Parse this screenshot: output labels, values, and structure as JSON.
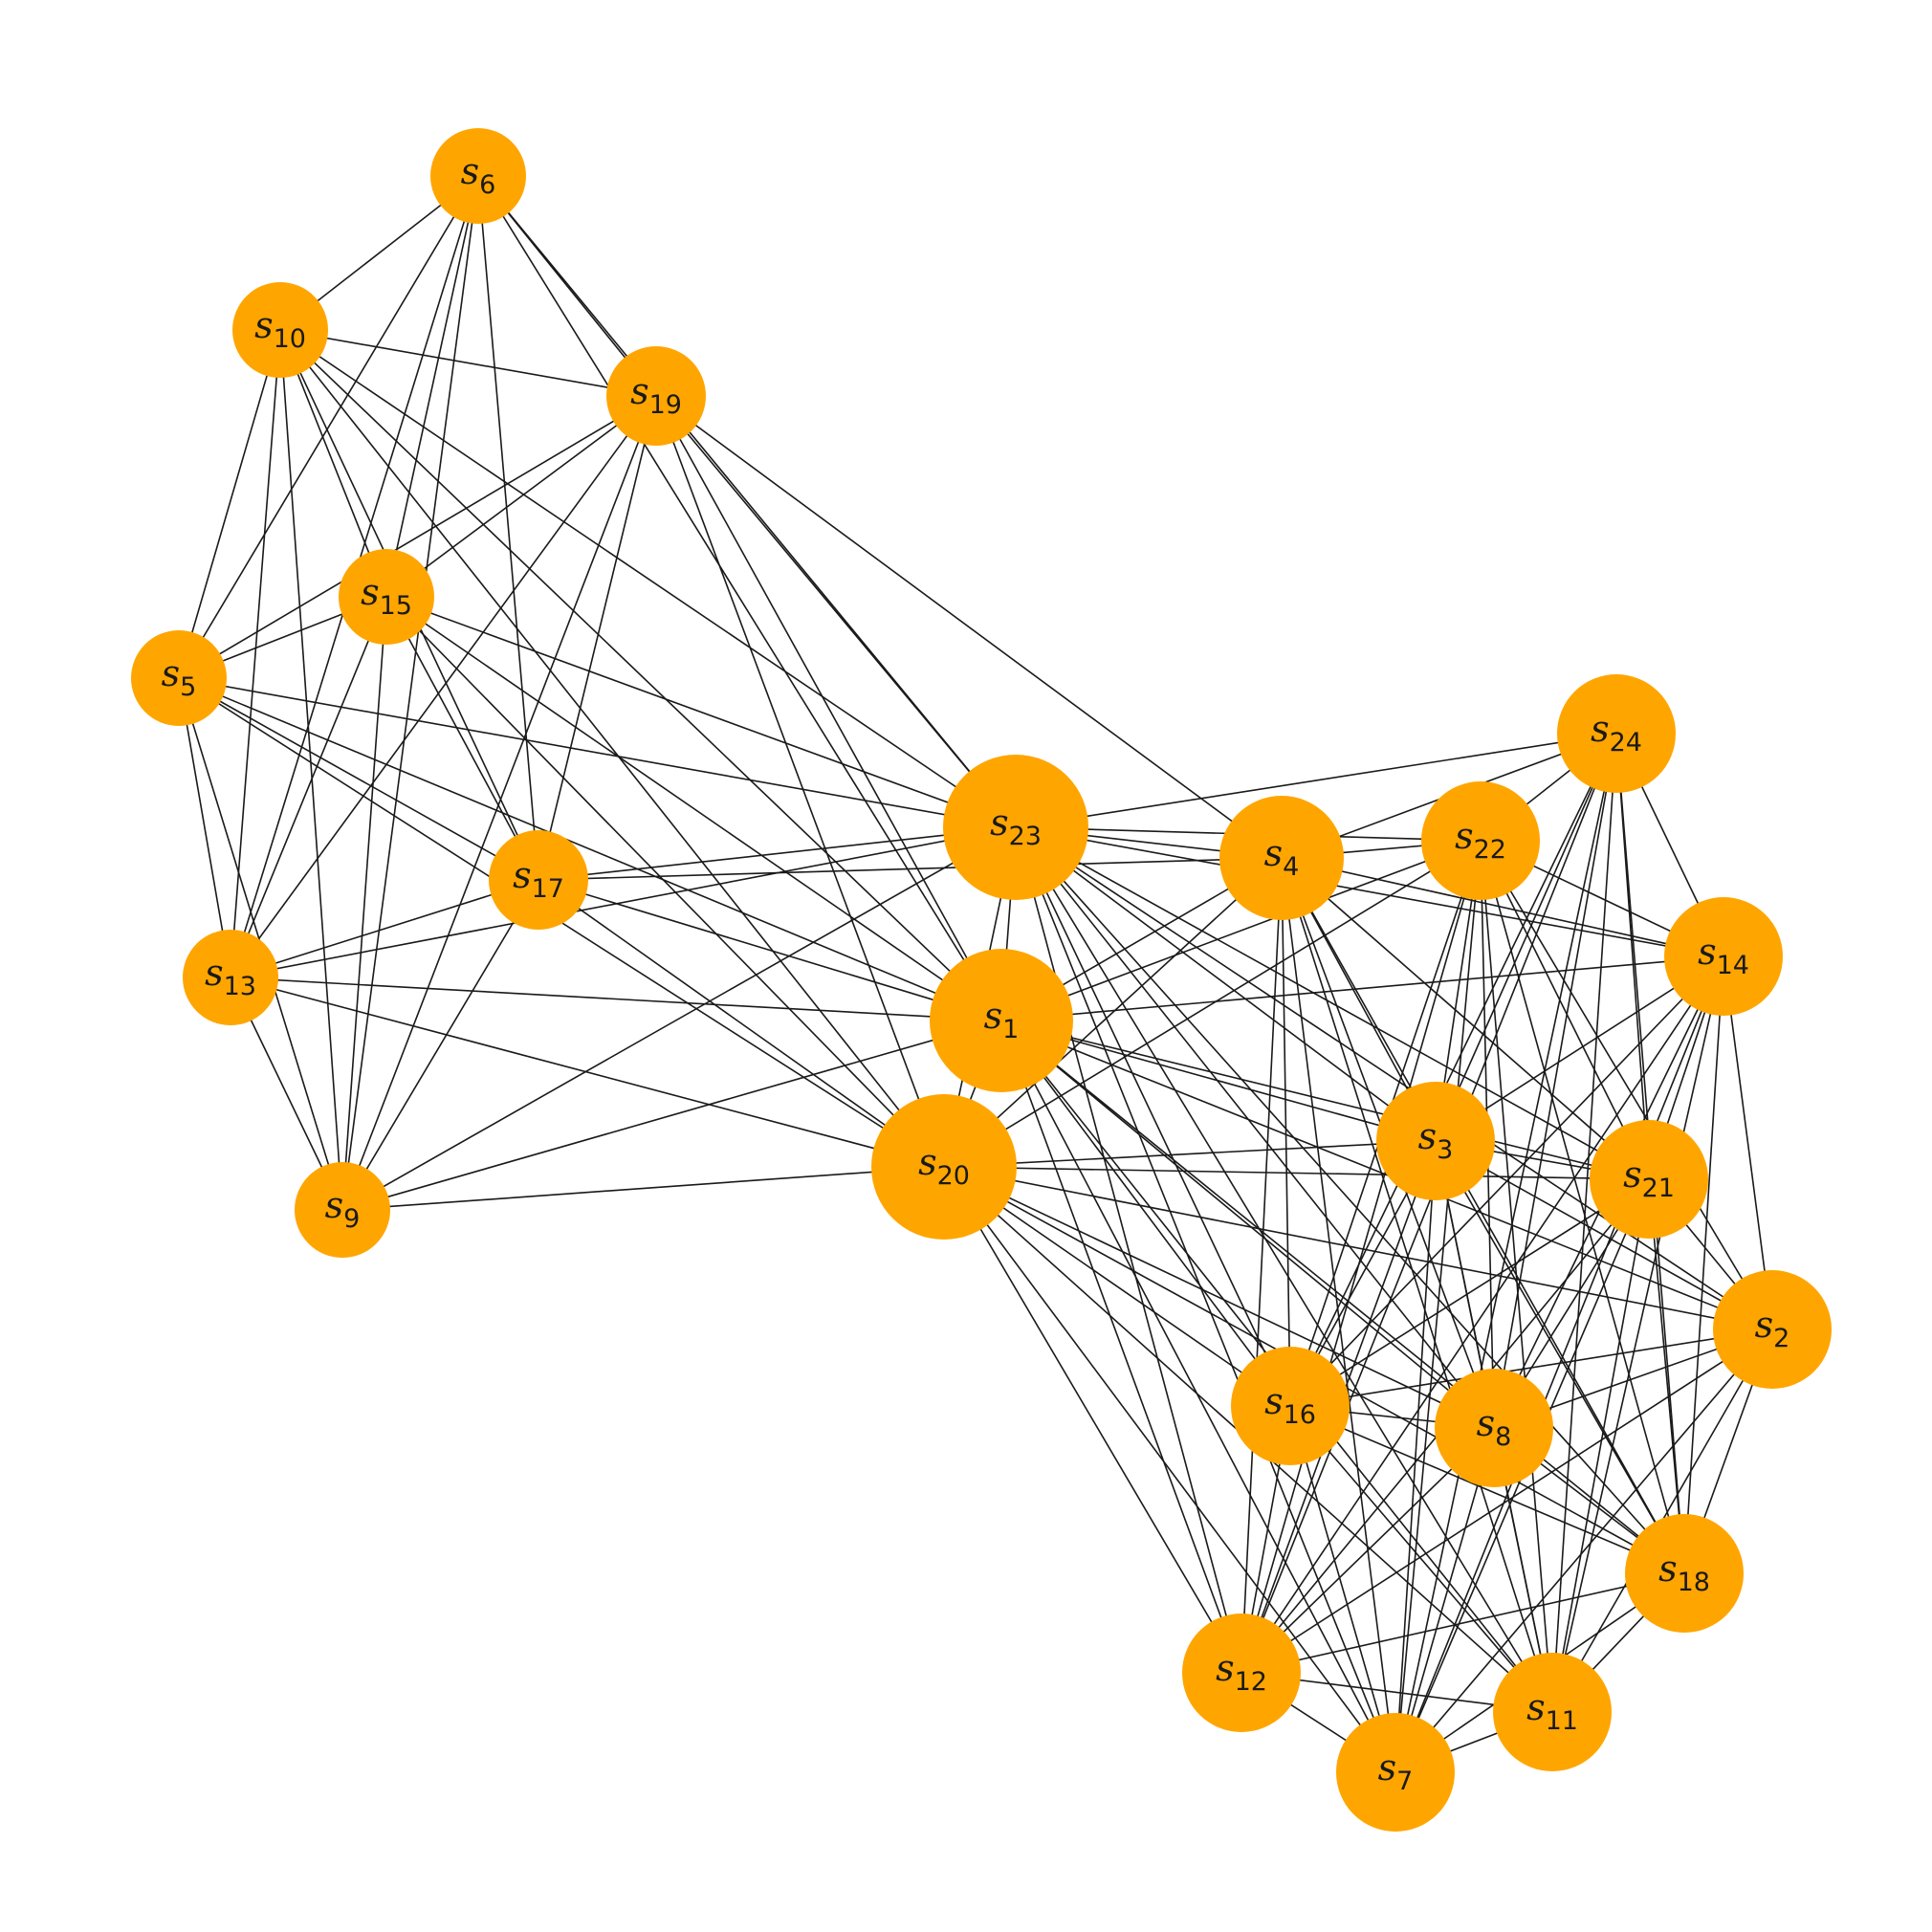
{
  "graph": {
    "node_color": "#FFA500",
    "edge_color": "#1a1a1a",
    "label_base": "s",
    "nodes": [
      {
        "id": "s1",
        "sub": "1"
      },
      {
        "id": "s2",
        "sub": "2"
      },
      {
        "id": "s3",
        "sub": "3"
      },
      {
        "id": "s4",
        "sub": "4"
      },
      {
        "id": "s5",
        "sub": "5"
      },
      {
        "id": "s6",
        "sub": "6"
      },
      {
        "id": "s7",
        "sub": "7"
      },
      {
        "id": "s8",
        "sub": "8"
      },
      {
        "id": "s9",
        "sub": "9"
      },
      {
        "id": "s10",
        "sub": "10"
      },
      {
        "id": "s11",
        "sub": "11"
      },
      {
        "id": "s12",
        "sub": "12"
      },
      {
        "id": "s13",
        "sub": "13"
      },
      {
        "id": "s14",
        "sub": "14"
      },
      {
        "id": "s15",
        "sub": "15"
      },
      {
        "id": "s16",
        "sub": "16"
      },
      {
        "id": "s17",
        "sub": "17"
      },
      {
        "id": "s18",
        "sub": "18"
      },
      {
        "id": "s19",
        "sub": "19"
      },
      {
        "id": "s20",
        "sub": "20"
      },
      {
        "id": "s21",
        "sub": "21"
      },
      {
        "id": "s22",
        "sub": "22"
      },
      {
        "id": "s23",
        "sub": "23"
      },
      {
        "id": "s24",
        "sub": "24"
      }
    ],
    "edges": [
      [
        "s6",
        "s10"
      ],
      [
        "s6",
        "s19"
      ],
      [
        "s6",
        "s15"
      ],
      [
        "s6",
        "s5"
      ],
      [
        "s6",
        "s13"
      ],
      [
        "s6",
        "s17"
      ],
      [
        "s6",
        "s9"
      ],
      [
        "s6",
        "s1"
      ],
      [
        "s6",
        "s23"
      ],
      [
        "s10",
        "s19"
      ],
      [
        "s10",
        "s15"
      ],
      [
        "s10",
        "s5"
      ],
      [
        "s10",
        "s13"
      ],
      [
        "s10",
        "s9"
      ],
      [
        "s10",
        "s17"
      ],
      [
        "s10",
        "s20"
      ],
      [
        "s10",
        "s23"
      ],
      [
        "s10",
        "s1"
      ],
      [
        "s19",
        "s15"
      ],
      [
        "s19",
        "s5"
      ],
      [
        "s19",
        "s13"
      ],
      [
        "s19",
        "s9"
      ],
      [
        "s19",
        "s17"
      ],
      [
        "s19",
        "s23"
      ],
      [
        "s19",
        "s1"
      ],
      [
        "s19",
        "s20"
      ],
      [
        "s19",
        "s4"
      ],
      [
        "s15",
        "s5"
      ],
      [
        "s15",
        "s13"
      ],
      [
        "s15",
        "s9"
      ],
      [
        "s15",
        "s17"
      ],
      [
        "s15",
        "s23"
      ],
      [
        "s15",
        "s1"
      ],
      [
        "s15",
        "s20"
      ],
      [
        "s5",
        "s13"
      ],
      [
        "s5",
        "s9"
      ],
      [
        "s5",
        "s17"
      ],
      [
        "s5",
        "s23"
      ],
      [
        "s5",
        "s1"
      ],
      [
        "s5",
        "s20"
      ],
      [
        "s13",
        "s9"
      ],
      [
        "s13",
        "s17"
      ],
      [
        "s13",
        "s23"
      ],
      [
        "s13",
        "s1"
      ],
      [
        "s13",
        "s20"
      ],
      [
        "s17",
        "s9"
      ],
      [
        "s17",
        "s23"
      ],
      [
        "s17",
        "s4"
      ],
      [
        "s17",
        "s1"
      ],
      [
        "s17",
        "s20"
      ],
      [
        "s9",
        "s20"
      ],
      [
        "s9",
        "s23"
      ],
      [
        "s9",
        "s1"
      ],
      [
        "s23",
        "s1"
      ],
      [
        "s23",
        "s20"
      ],
      [
        "s23",
        "s4"
      ],
      [
        "s23",
        "s22"
      ],
      [
        "s23",
        "s24"
      ],
      [
        "s23",
        "s14"
      ],
      [
        "s23",
        "s3"
      ],
      [
        "s23",
        "s21"
      ],
      [
        "s23",
        "s2"
      ],
      [
        "s23",
        "s16"
      ],
      [
        "s23",
        "s8"
      ],
      [
        "s23",
        "s18"
      ],
      [
        "s23",
        "s12"
      ],
      [
        "s23",
        "s11"
      ],
      [
        "s23",
        "s7"
      ],
      [
        "s1",
        "s20"
      ],
      [
        "s1",
        "s4"
      ],
      [
        "s1",
        "s22"
      ],
      [
        "s1",
        "s14"
      ],
      [
        "s1",
        "s3"
      ],
      [
        "s1",
        "s21"
      ],
      [
        "s1",
        "s2"
      ],
      [
        "s1",
        "s16"
      ],
      [
        "s1",
        "s8"
      ],
      [
        "s1",
        "s18"
      ],
      [
        "s1",
        "s12"
      ],
      [
        "s1",
        "s11"
      ],
      [
        "s1",
        "s7"
      ],
      [
        "s20",
        "s4"
      ],
      [
        "s20",
        "s22"
      ],
      [
        "s20",
        "s3"
      ],
      [
        "s20",
        "s21"
      ],
      [
        "s20",
        "s2"
      ],
      [
        "s20",
        "s16"
      ],
      [
        "s20",
        "s8"
      ],
      [
        "s20",
        "s18"
      ],
      [
        "s20",
        "s12"
      ],
      [
        "s20",
        "s11"
      ],
      [
        "s20",
        "s7"
      ],
      [
        "s4",
        "s22"
      ],
      [
        "s4",
        "s24"
      ],
      [
        "s4",
        "s14"
      ],
      [
        "s4",
        "s3"
      ],
      [
        "s4",
        "s21"
      ],
      [
        "s4",
        "s16"
      ],
      [
        "s4",
        "s8"
      ],
      [
        "s4",
        "s18"
      ],
      [
        "s4",
        "s12"
      ],
      [
        "s4",
        "s11"
      ],
      [
        "s4",
        "s7"
      ],
      [
        "s22",
        "s24"
      ],
      [
        "s22",
        "s14"
      ],
      [
        "s22",
        "s3"
      ],
      [
        "s22",
        "s21"
      ],
      [
        "s22",
        "s2"
      ],
      [
        "s22",
        "s16"
      ],
      [
        "s22",
        "s8"
      ],
      [
        "s22",
        "s12"
      ],
      [
        "s22",
        "s11"
      ],
      [
        "s22",
        "s7"
      ],
      [
        "s22",
        "s18"
      ],
      [
        "s24",
        "s14"
      ],
      [
        "s24",
        "s3"
      ],
      [
        "s24",
        "s21"
      ],
      [
        "s24",
        "s16"
      ],
      [
        "s24",
        "s8"
      ],
      [
        "s24",
        "s18"
      ],
      [
        "s24",
        "s12"
      ],
      [
        "s24",
        "s11"
      ],
      [
        "s24",
        "s7"
      ],
      [
        "s14",
        "s3"
      ],
      [
        "s14",
        "s21"
      ],
      [
        "s14",
        "s2"
      ],
      [
        "s14",
        "s16"
      ],
      [
        "s14",
        "s8"
      ],
      [
        "s14",
        "s18"
      ],
      [
        "s14",
        "s12"
      ],
      [
        "s14",
        "s11"
      ],
      [
        "s14",
        "s7"
      ],
      [
        "s3",
        "s21"
      ],
      [
        "s3",
        "s2"
      ],
      [
        "s3",
        "s16"
      ],
      [
        "s3",
        "s8"
      ],
      [
        "s3",
        "s18"
      ],
      [
        "s3",
        "s12"
      ],
      [
        "s3",
        "s11"
      ],
      [
        "s3",
        "s7"
      ],
      [
        "s21",
        "s2"
      ],
      [
        "s21",
        "s16"
      ],
      [
        "s21",
        "s8"
      ],
      [
        "s21",
        "s18"
      ],
      [
        "s21",
        "s12"
      ],
      [
        "s21",
        "s11"
      ],
      [
        "s21",
        "s7"
      ],
      [
        "s2",
        "s16"
      ],
      [
        "s2",
        "s8"
      ],
      [
        "s2",
        "s18"
      ],
      [
        "s2",
        "s12"
      ],
      [
        "s2",
        "s11"
      ],
      [
        "s2",
        "s7"
      ],
      [
        "s16",
        "s8"
      ],
      [
        "s16",
        "s18"
      ],
      [
        "s16",
        "s12"
      ],
      [
        "s16",
        "s11"
      ],
      [
        "s16",
        "s7"
      ],
      [
        "s8",
        "s18"
      ],
      [
        "s8",
        "s12"
      ],
      [
        "s8",
        "s11"
      ],
      [
        "s8",
        "s7"
      ],
      [
        "s18",
        "s12"
      ],
      [
        "s18",
        "s11"
      ],
      [
        "s18",
        "s7"
      ],
      [
        "s12",
        "s11"
      ],
      [
        "s12",
        "s7"
      ],
      [
        "s11",
        "s7"
      ]
    ]
  }
}
